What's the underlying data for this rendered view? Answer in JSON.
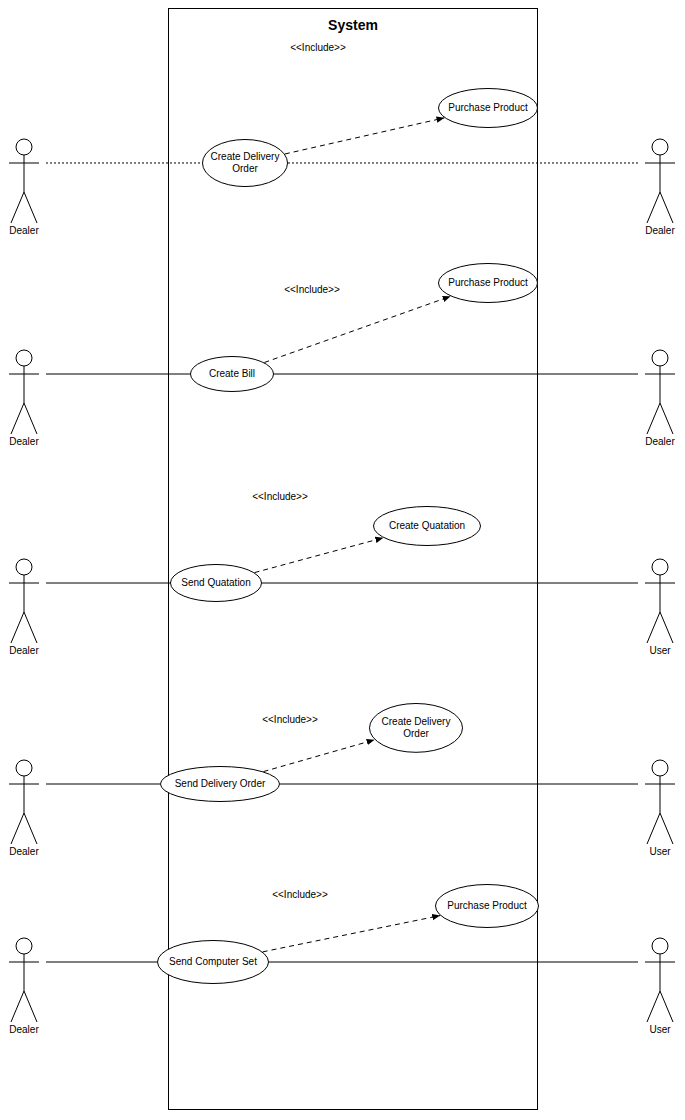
{
  "diagram": {
    "nodes": [
      {
        "text": [
          "System"
        ]
      },
      {
        "text": [
          "Purchase Product"
        ],
        "in": 0
      },
      {
        "text": [
          "Dealer"
        ]
      },
      {
        "text": [
          "Create Delivery Order"
        ],
        "in": 0
      },
      {
        "text": [
          "Dealer"
        ]
      },
      {
        "text": [
          "Purchase Product"
        ],
        "in": 0
      },
      {
        "text": [
          "Dealer"
        ]
      },
      {
        "text": [
          "Create Bill"
        ],
        "in": 0
      },
      {
        "text": [
          "Dealer"
        ]
      },
      {
        "text": [
          "Create Quatation"
        ],
        "in": 0
      },
      {
        "text": [
          "Dealer"
        ]
      },
      {
        "text": [
          "Send Quatation"
        ],
        "in": 0
      },
      {
        "text": [
          "User"
        ]
      },
      {
        "text": [
          "Create Delivery Order"
        ],
        "in": 0
      },
      {
        "text": [
          "Dealer"
        ]
      },
      {
        "text": [
          "Send Delivery Order"
        ],
        "in": 0
      },
      {
        "text": [
          "User"
        ]
      },
      {
        "text": [
          "Purchase Product"
        ],
        "in": 0
      },
      {
        "text": [
          "Dealer"
        ]
      },
      {
        "text": [
          "Send Computer Set"
        ],
        "in": 0
      },
      {
        "text": [
          "User"
        ]
      }
    ],
    "edges": [
      {
        "from": 2,
        "to": 3,
        "arrow": "none"
      },
      {
        "from": 3,
        "to": 4,
        "arrow": "none"
      },
      {
        "from": 3,
        "to": 1,
        "arrow": "to",
        "label": "<<Include>>"
      },
      {
        "from": 6,
        "to": 7,
        "arrow": "none"
      },
      {
        "from": 7,
        "to": 8,
        "arrow": "none"
      },
      {
        "from": 7,
        "to": 5,
        "arrow": "to",
        "label": "<<Include>>"
      },
      {
        "from": 10,
        "to": 11,
        "arrow": "none"
      },
      {
        "from": 11,
        "to": 12,
        "arrow": "none"
      },
      {
        "from": 11,
        "to": 9,
        "arrow": "to",
        "label": "<<Include>>"
      },
      {
        "from": 14,
        "to": 15,
        "arrow": "none"
      },
      {
        "from": 15,
        "to": 16,
        "arrow": "none"
      },
      {
        "from": 15,
        "to": 13,
        "arrow": "to",
        "label": "<<Include>>"
      },
      {
        "from": 18,
        "to": 19,
        "arrow": "none"
      },
      {
        "from": 19,
        "to": 20,
        "arrow": "none"
      },
      {
        "from": 19,
        "to": 17,
        "arrow": "to",
        "label": "<<Include>>"
      }
    ]
  }
}
